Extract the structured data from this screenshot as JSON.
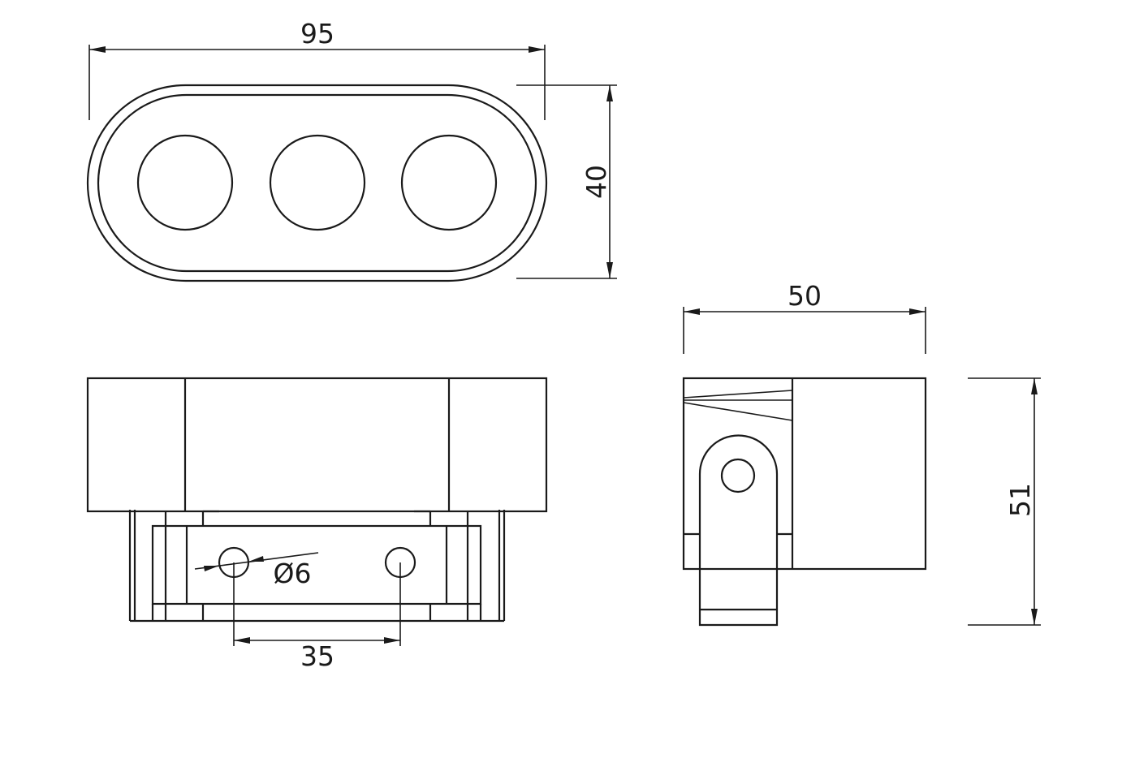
{
  "dimensions": {
    "top_width": "95",
    "top_height": "40",
    "side_width": "50",
    "side_height": "51",
    "hole_spacing": "35",
    "hole_diameter": "Ø6"
  }
}
